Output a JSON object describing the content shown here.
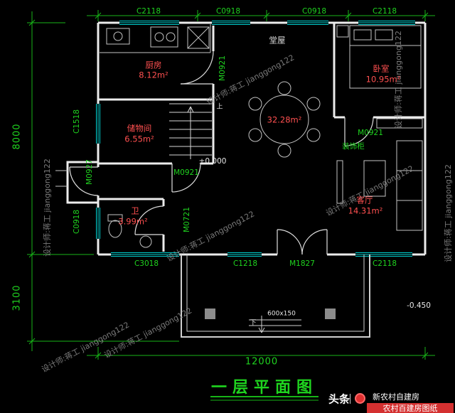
{
  "watermark": {
    "text": "设计师:蒋工 jianggong122"
  },
  "colors": {
    "background": "#000000",
    "wall": "#ececec",
    "window": "#00cfcf",
    "dimension_green": "#1fd41f",
    "room_label_red": "#ff5050",
    "watermark_gray": "#8f8f8f",
    "badge_red": "#d43030"
  },
  "dims": {
    "top": [
      "C2118",
      "C0918",
      "C0918",
      "C2118"
    ],
    "left_total": "8000",
    "left_porch": "3100",
    "bottom_total": "12000"
  },
  "openings": {
    "kitchen_door": "M0921",
    "storage_window": "C1518",
    "entry_side_door": "M0927",
    "hall_storage_door": "M0921",
    "bath_window": "C0918",
    "bath_door": "M0721",
    "bedroom_door": "M0921",
    "bottom_c3018": "C3018",
    "bottom_c1218": "C1218",
    "entrance_door": "M1827",
    "living_window": "C2118"
  },
  "rooms": {
    "kitchen": {
      "name": "厨房",
      "area": "8.12m²"
    },
    "storage": {
      "name": "储物间",
      "area": "6.55m²"
    },
    "hall": {
      "name": "堂屋",
      "area": "32.28m²"
    },
    "bedroom": {
      "name": "卧室",
      "area": "10.95m²"
    },
    "bath": {
      "name": "卫",
      "area": "3.99m²"
    },
    "living": {
      "name": "客厅",
      "area": "14.31m²"
    }
  },
  "annotations": {
    "cabinet": "装饰柜",
    "level_main": "±0.000",
    "level_porch": "-0.450",
    "stairs_up": "上",
    "steps_down": "下",
    "column_size": "600x150"
  },
  "footer": {
    "title": "一层平面图",
    "brand": "头条",
    "channel": "新农村自建房",
    "badge": "农村百建房图纸"
  }
}
